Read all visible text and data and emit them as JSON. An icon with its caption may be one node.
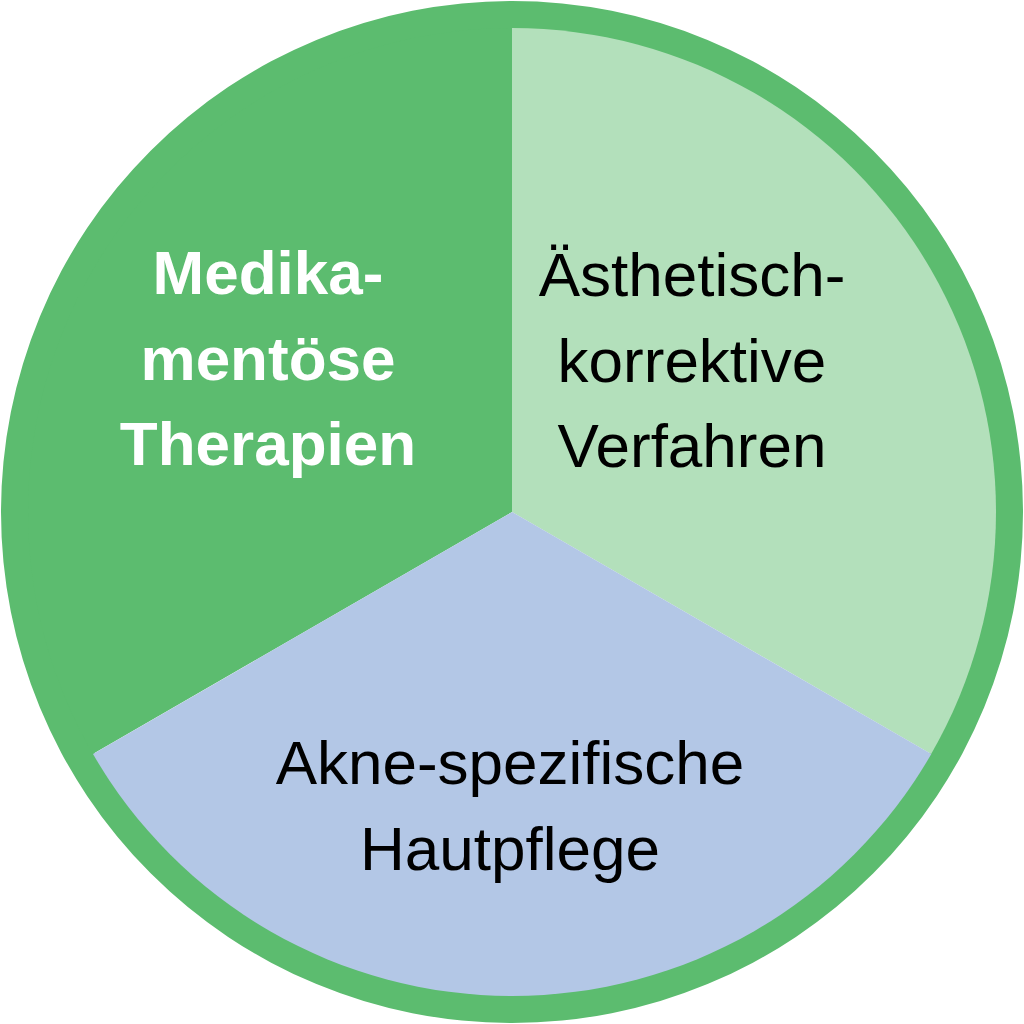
{
  "diagram": {
    "nodes": [
      {
        "text": [
          "Medika- mentöse Therapien"
        ]
      },
      {
        "text": [
          "Ästhetisch- korrektive Verfahren"
        ]
      },
      {
        "text": [
          "Akne-spezifische Hautpflege"
        ]
      }
    ]
  }
}
